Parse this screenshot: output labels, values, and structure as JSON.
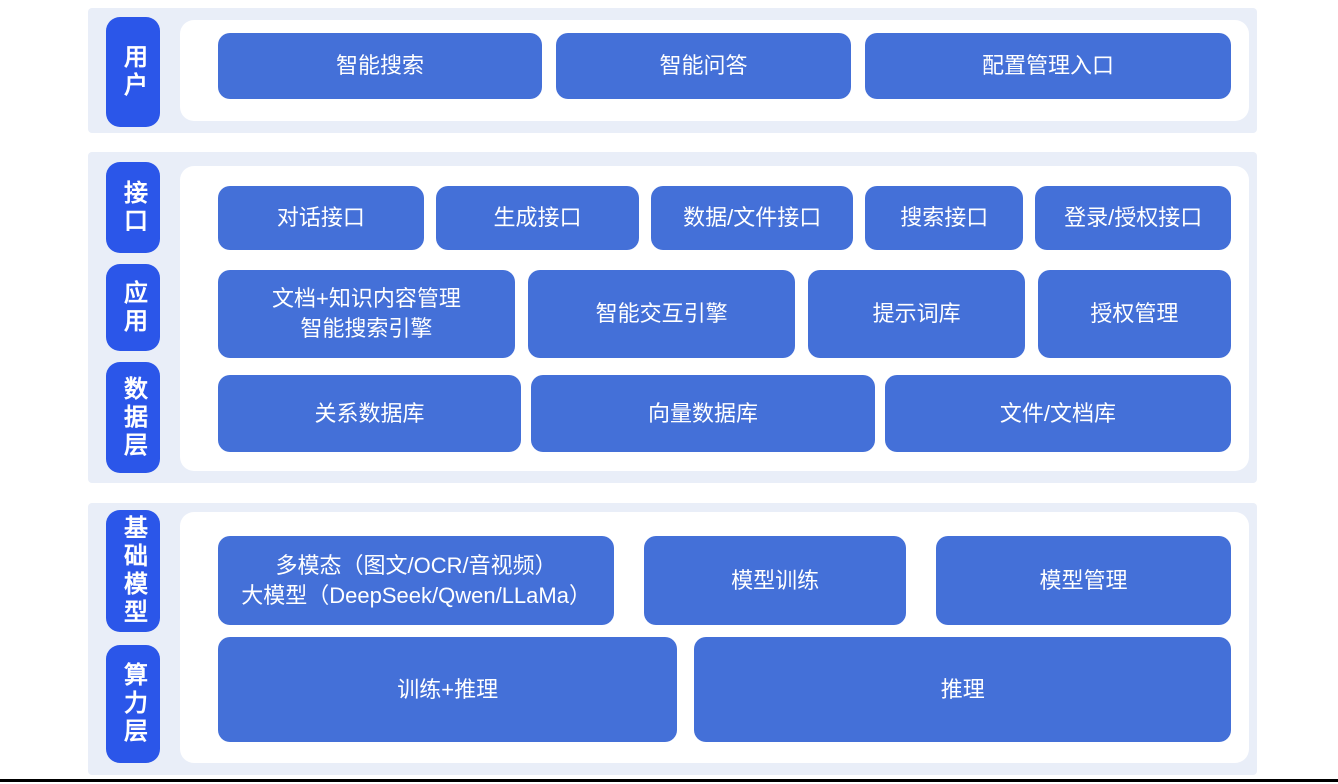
{
  "theme": {
    "page_bg": "#FFFFFF",
    "panel_bg": "#E9EEF8",
    "label_pill_color": "#2B56E9",
    "block_color": "#4470D8",
    "text_color": "#FFFFFF",
    "bottom_edge_color": "#000000"
  },
  "panels": [
    {
      "groups": [
        {
          "label": "用户",
          "blocks": [
            "智能搜索",
            "智能问答",
            "配置管理入口"
          ]
        }
      ]
    },
    {
      "groups": [
        {
          "label": "接口",
          "blocks": [
            "对话接口",
            "生成接口",
            "数据/文件接口",
            "搜索接口",
            "登录/授权接口"
          ]
        },
        {
          "label": "应用",
          "blocks": [
            "文档+知识内容管理\n智能搜索引擎",
            "智能交互引擎",
            "提示词库",
            "授权管理"
          ]
        },
        {
          "label": "数据层",
          "blocks": [
            "关系数据库",
            "向量数据库",
            "文件/文档库"
          ]
        }
      ]
    },
    {
      "groups": [
        {
          "label": "基础模型",
          "blocks": [
            "多模态（图文/OCR/音视频）\n大模型（DeepSeek/Qwen/LLaMa）",
            "模型训练",
            "模型管理"
          ]
        },
        {
          "label": "算力层",
          "blocks": [
            "训练+推理",
            "推理"
          ]
        }
      ]
    }
  ]
}
